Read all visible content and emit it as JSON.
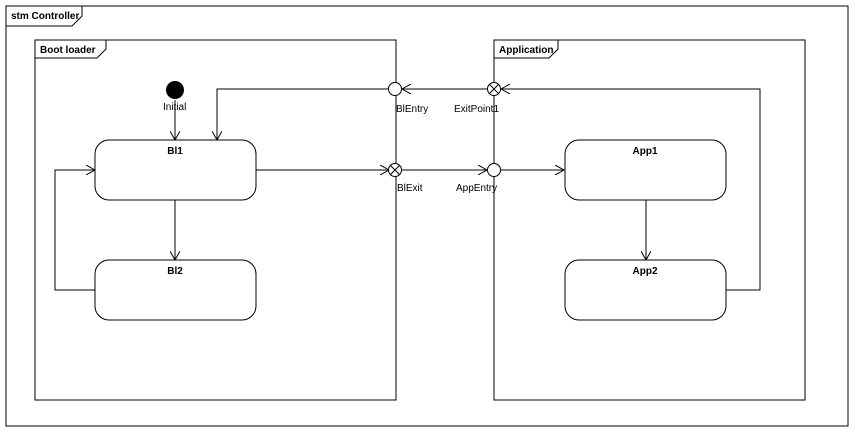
{
  "diagram": {
    "title": "stm Controller",
    "regions": [
      {
        "title": "Boot loader"
      },
      {
        "title": "Application"
      }
    ],
    "states": {
      "bl1": "Bl1",
      "bl2": "Bl2",
      "app1": "App1",
      "app2": "App2"
    },
    "pseudostates": {
      "initial": "Initial",
      "bl_entry": "BlEntry",
      "bl_exit": "BlExit",
      "exit_point1": "ExitPoint1",
      "app_entry": "AppEntry"
    }
  }
}
